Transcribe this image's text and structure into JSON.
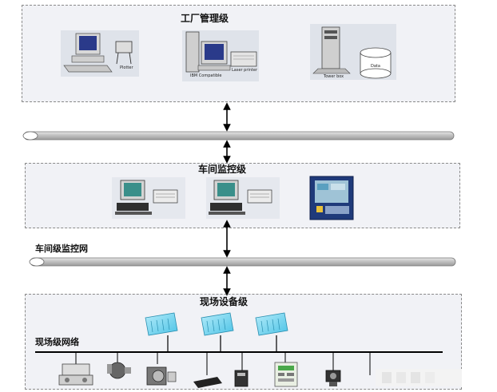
{
  "levels": {
    "factory": {
      "title": "工厂管理级"
    },
    "workshop": {
      "title": "车间监控级"
    },
    "field": {
      "title": "现场设备级"
    }
  },
  "networks": {
    "workshop_net": {
      "label": "车间级监控网"
    },
    "field_net": {
      "label": "现场级网络"
    }
  },
  "device_captions": {
    "plotter": "Plotter",
    "ibm": "IBM Compatible",
    "printer": "Laser printer",
    "tower": "Tower box",
    "data": "Data"
  },
  "colors": {
    "zone_bg": "#f1f2f6",
    "cable": "#c9c9c9",
    "screen_teal": "#3a8f8a",
    "device_cyan": "#7fd9f0",
    "panel_blue": "#1f3a7a"
  }
}
